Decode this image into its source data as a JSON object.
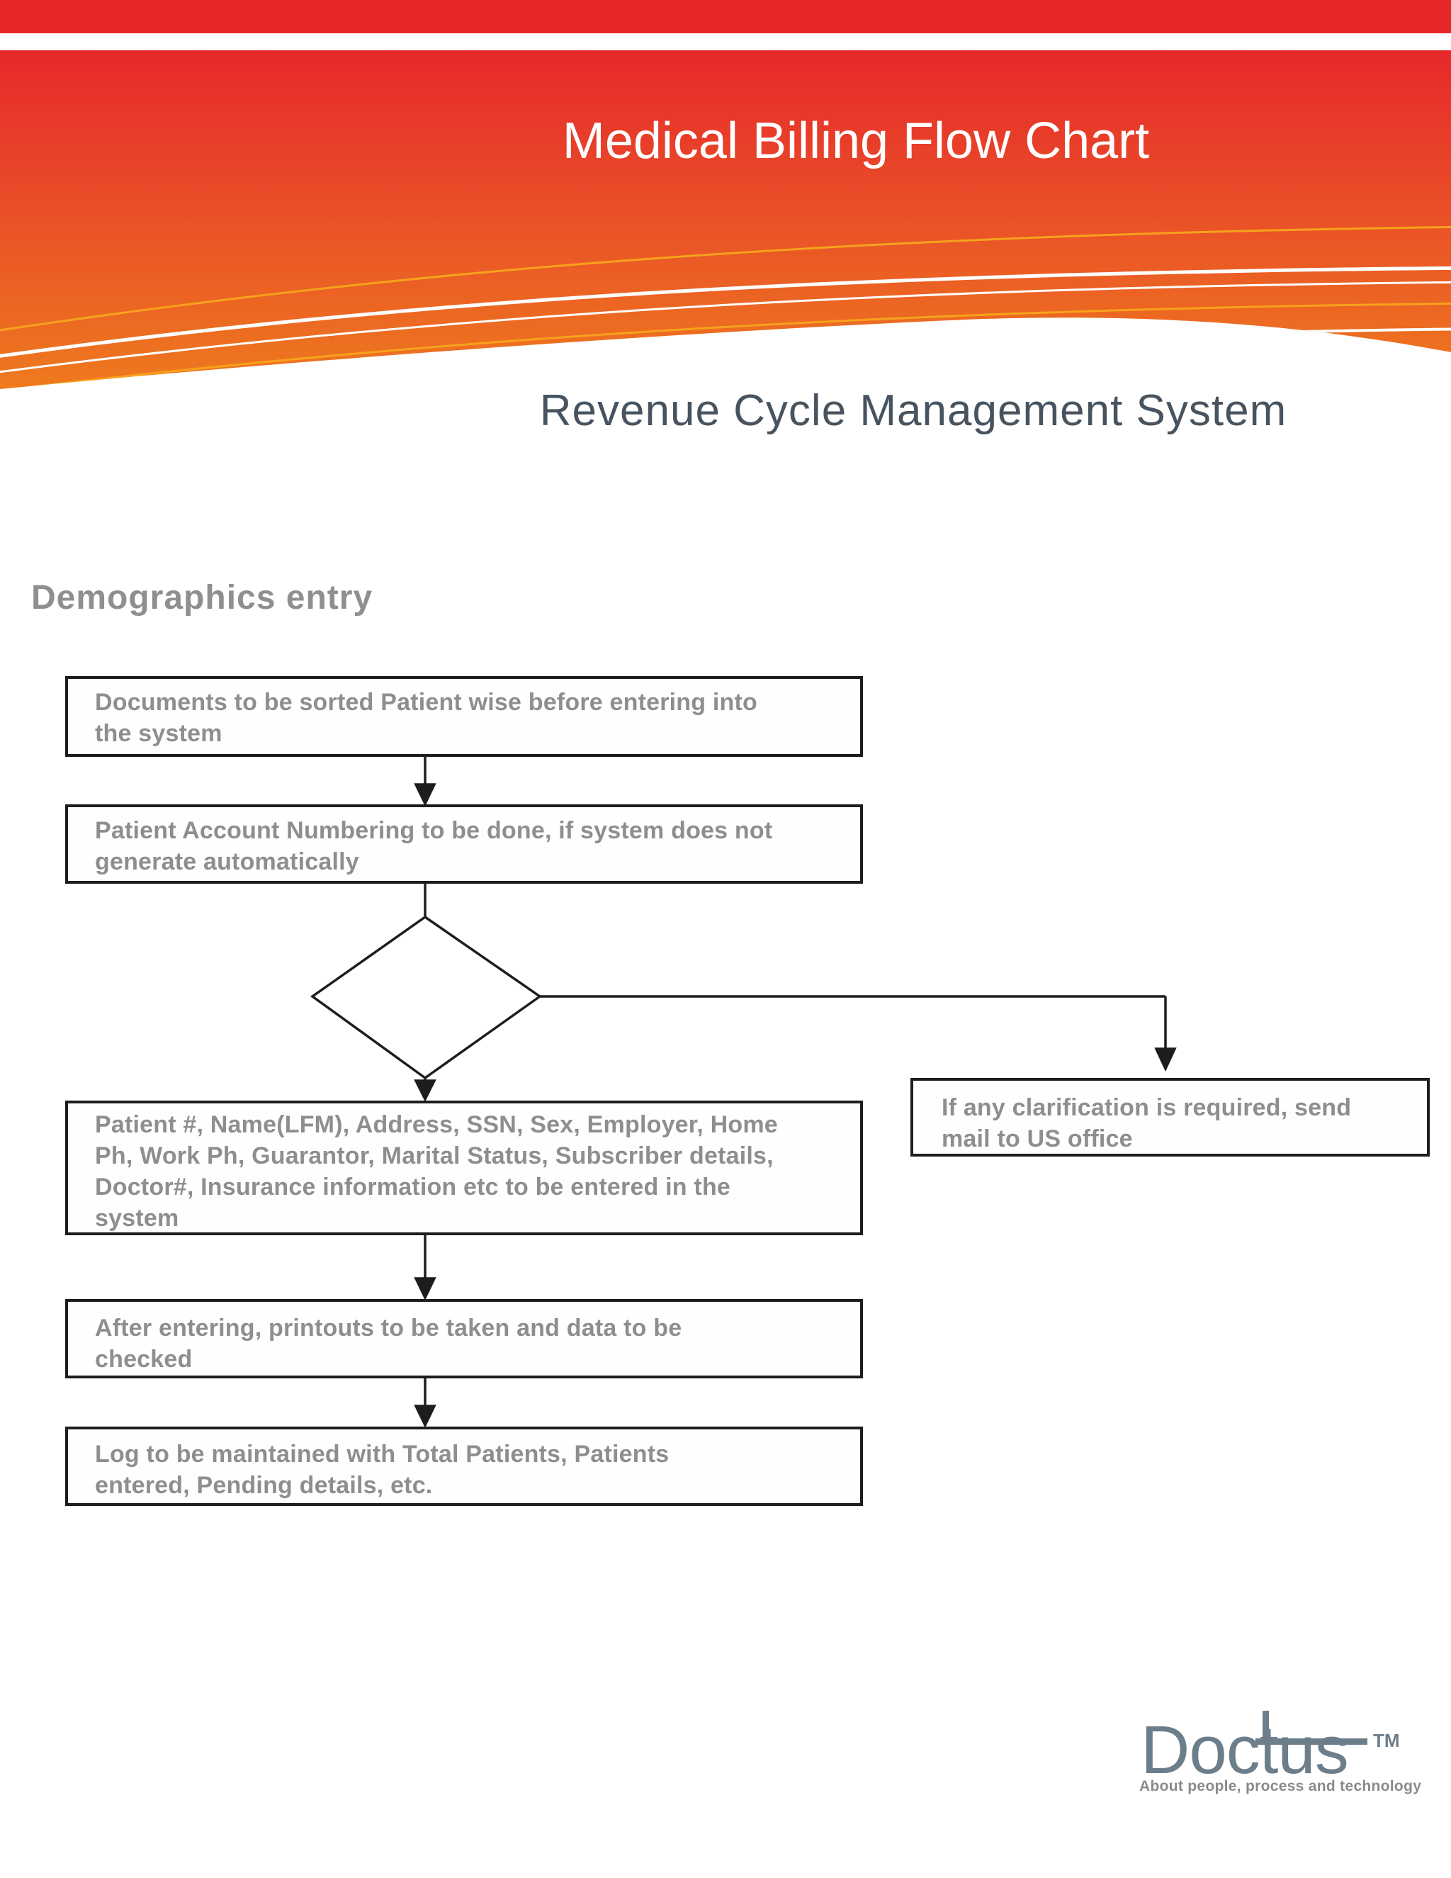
{
  "header": {
    "title": "Medical Billing Flow Chart",
    "subtitle": "Revenue Cycle Management System"
  },
  "section": {
    "heading": "Demographics entry"
  },
  "flowchart": {
    "nodes": [
      {
        "id": "sort-documents",
        "type": "process",
        "text": "Documents to be sorted Patient wise before entering into\nthe system"
      },
      {
        "id": "account-numbering",
        "type": "process",
        "text": "Patient Account Numbering to be done, if system does not\ngenerate automatically"
      },
      {
        "id": "decision",
        "type": "decision",
        "text": ""
      },
      {
        "id": "clarification",
        "type": "process",
        "text": "If any clarification is required, send\nmail to US office"
      },
      {
        "id": "enter-details",
        "type": "process",
        "text": "Patient #, Name(LFM), Address, SSN, Sex, Employer, Home\nPh, Work Ph, Guarantor, Marital Status, Subscriber details,\nDoctor#, Insurance information etc to be entered in the\nsystem"
      },
      {
        "id": "printouts-check",
        "type": "process",
        "text": "After entering, printouts to be taken and data to be\nchecked"
      },
      {
        "id": "log-maintained",
        "type": "process",
        "text": "Log to be maintained with Total Patients, Patients\nentered, Pending details, etc."
      }
    ],
    "edges": [
      {
        "from": "sort-documents",
        "to": "account-numbering"
      },
      {
        "from": "account-numbering",
        "to": "decision"
      },
      {
        "from": "decision",
        "to": "enter-details"
      },
      {
        "from": "decision",
        "to": "clarification"
      },
      {
        "from": "enter-details",
        "to": "printouts-check"
      },
      {
        "from": "printouts-check",
        "to": "log-maintained"
      }
    ]
  },
  "logo": {
    "name": "Doctus",
    "trademark": "TM",
    "tagline": "About people, process and technology"
  },
  "colors": {
    "header_red": "#e7282b",
    "header_orange": "#ee7a1e",
    "swoosh_yellow": "#f6a21c",
    "swoosh_white": "#ffffff",
    "title_text": "#ffffff",
    "subtitle_text": "#47545f",
    "heading_text": "#8f8f8f",
    "node_text": "#8e8e8e",
    "node_border": "#1d1d1d",
    "logo": "#6d7e8b",
    "tagline": "#8a8a8a"
  }
}
